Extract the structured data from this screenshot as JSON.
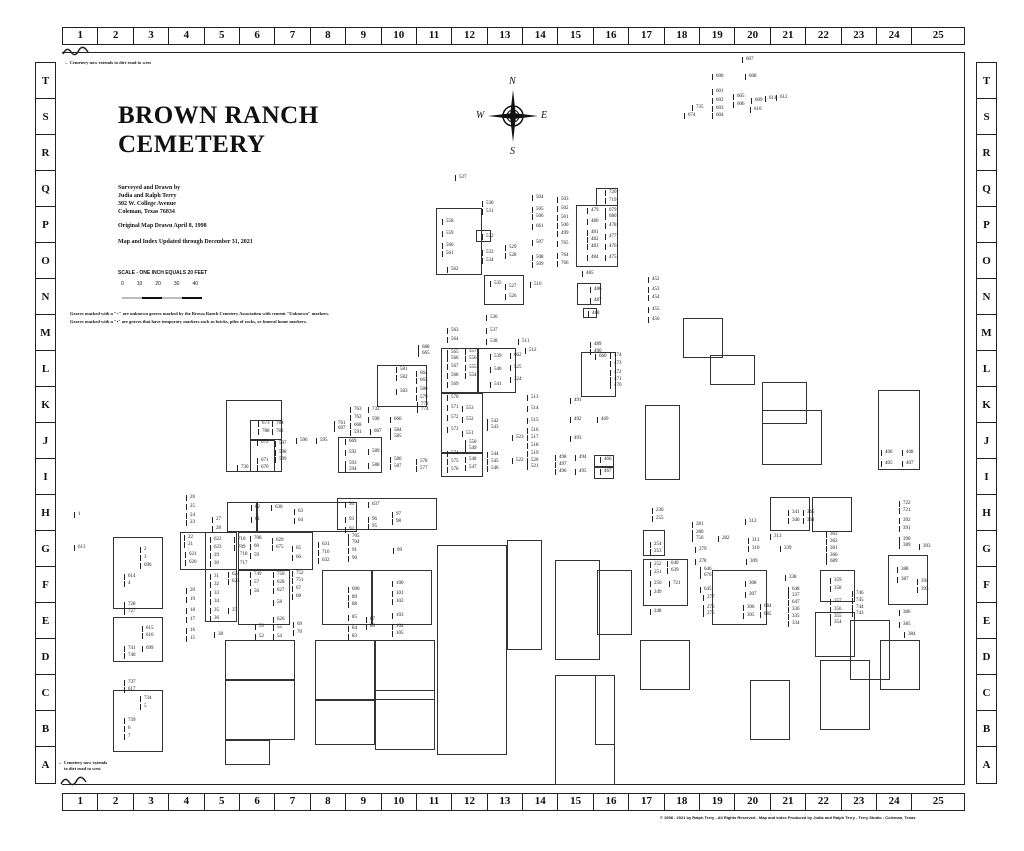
{
  "title_line1": "BROWN RANCH",
  "title_line2": "CEMETERY",
  "surveyed": [
    "Surveyed and Drawn by",
    "Judia and Ralph Terry",
    "302 W. College Avenue",
    "Coleman, Texas 76834"
  ],
  "original_drawn": "Original Map Drawn April 8, 1998",
  "updated": "Map and Index Updated through December 31, 2021",
  "scale_label": "SCALE - ONE INCH EQUALS 20 FEET",
  "scale_ticks": [
    "0",
    "10",
    "20",
    "30",
    "40"
  ],
  "legend_notes": [
    "Graves marked with a \"+\" are unknown graves marked by the Brown Ranch Cemetery Association with cement \"Unknown\" markers.",
    "Graves marked with a \"▪\" are graves that have temporary markers such as bricks, piles of rocks, or funeral home markers."
  ],
  "note_top": "← Cemetery now extends to dirt road to west",
  "note_bottom": [
    "← Cemetery now extends",
    "to dirt road to west"
  ],
  "compass": {
    "n": "N",
    "s": "S",
    "e": "E",
    "w": "W"
  },
  "columns": [
    "1",
    "2",
    "3",
    "4",
    "5",
    "6",
    "7",
    "8",
    "9",
    "10",
    "11",
    "12",
    "13",
    "14",
    "15",
    "16",
    "17",
    "18",
    "19",
    "20",
    "21",
    "22",
    "23",
    "24",
    "25"
  ],
  "rows": [
    "T",
    "S",
    "R",
    "Q",
    "P",
    "O",
    "N",
    "M",
    "L",
    "K",
    "J",
    "I",
    "H",
    "G",
    "F",
    "E",
    "D",
    "C",
    "B",
    "A"
  ],
  "copyright": "© 1998 - 2021 by Ralph Terry - All Rights Reserved - Map and Index Produced by Judia and Ralph Terry - Terry Studio - Coleman, Texas",
  "plots": [
    "607",
    "600",
    "608",
    "601",
    "605",
    "602",
    "606",
    "609",
    "611",
    "612",
    "603",
    "610",
    "735",
    "604",
    "674",
    "527",
    "530",
    "531",
    "558",
    "559",
    "532",
    "560",
    "561",
    "533",
    "534",
    "529",
    "528",
    "562",
    "504",
    "505",
    "506",
    "661",
    "507",
    "508",
    "509",
    "503",
    "502",
    "501",
    "500",
    "499",
    "765",
    "764",
    "766",
    "720",
    "719",
    "479",
    "679",
    "680",
    "480",
    "478",
    "481",
    "482",
    "477",
    "483",
    "476",
    "484",
    "475",
    "485",
    "486",
    "487",
    "535",
    "527",
    "526",
    "510",
    "488",
    "452",
    "453",
    "454",
    "455",
    "456",
    "536",
    "563",
    "537",
    "564",
    "538",
    "511",
    "512",
    "565",
    "566",
    "557",
    "556",
    "539",
    "662",
    "567",
    "555",
    "540",
    "525",
    "568",
    "554",
    "324",
    "569",
    "541",
    "570",
    "571",
    "553",
    "572",
    "552",
    "542",
    "543",
    "573",
    "551",
    "550",
    "549",
    "574",
    "575",
    "576",
    "548",
    "547",
    "544",
    "545",
    "546",
    "523",
    "522",
    "513",
    "514",
    "515",
    "516",
    "517",
    "518",
    "519",
    "520",
    "521",
    "491",
    "492",
    "469",
    "493",
    "498",
    "497",
    "496",
    "494",
    "495",
    "466",
    "467",
    "489",
    "490",
    "660",
    "474",
    "473",
    "472",
    "471",
    "470",
    "688",
    "665",
    "581",
    "582",
    "664",
    "663",
    "583",
    "580",
    "579",
    "778",
    "774",
    "763",
    "732",
    "762",
    "590",
    "666",
    "761",
    "697",
    "668",
    "591",
    "667",
    "584",
    "585",
    "673",
    "788",
    "784",
    "783",
    "672",
    "597",
    "598",
    "599",
    "596",
    "595",
    "669",
    "592",
    "589",
    "593",
    "594",
    "588",
    "586",
    "587",
    "578",
    "577",
    "671",
    "670",
    "730",
    "26",
    "25",
    "24",
    "23",
    "27",
    "28",
    "62",
    "61",
    "630",
    "63",
    "64",
    "94",
    "637",
    "93",
    "92",
    "96",
    "95",
    "97",
    "98",
    "22",
    "21",
    "622",
    "623",
    "710",
    "709",
    "708",
    "60",
    "629",
    "675",
    "65",
    "66",
    "631",
    "716",
    "632",
    "705",
    "704",
    "91",
    "90",
    "99",
    "621",
    "620",
    "29",
    "30",
    "718",
    "717",
    "59",
    "31",
    "32",
    "624",
    "625",
    "749",
    "57",
    "56",
    "750",
    "628",
    "627",
    "752",
    "751",
    "67",
    "68",
    "58",
    "20",
    "19",
    "33",
    "34",
    "35",
    "36",
    "37",
    "18",
    "17",
    "16",
    "15",
    "38",
    "626",
    "55",
    "54",
    "53",
    "52",
    "69",
    "70",
    "690",
    "89",
    "88",
    "85",
    "84",
    "83",
    "87",
    "86",
    "100",
    "101",
    "102",
    "103",
    "104",
    "105",
    "2",
    "3",
    "696",
    "614",
    "4",
    "728",
    "727",
    "615",
    "616",
    "741",
    "740",
    "699",
    "737",
    "617",
    "734",
    "5",
    "739",
    "6",
    "7",
    "1",
    "613",
    "236",
    "255",
    "254",
    "253",
    "252",
    "251",
    "640",
    "639",
    "250",
    "721",
    "249",
    "248",
    "281",
    "280",
    "756",
    "282",
    "312",
    "311",
    "310",
    "313",
    "339",
    "341",
    "340",
    "365",
    "364",
    "363",
    "362",
    "361",
    "360",
    "689",
    "279",
    "278",
    "646",
    "676",
    "309",
    "308",
    "307",
    "306",
    "305",
    "684",
    "685",
    "338",
    "648",
    "337",
    "647",
    "336",
    "335",
    "334",
    "645",
    "277",
    "276",
    "275",
    "359",
    "358",
    "357",
    "356",
    "355",
    "354",
    "746",
    "745",
    "744",
    "743",
    "722",
    "721",
    "392",
    "391",
    "390",
    "389",
    "393",
    "388",
    "387",
    "394",
    "395",
    "386",
    "385",
    "384",
    "406",
    "408",
    "405",
    "407"
  ]
}
